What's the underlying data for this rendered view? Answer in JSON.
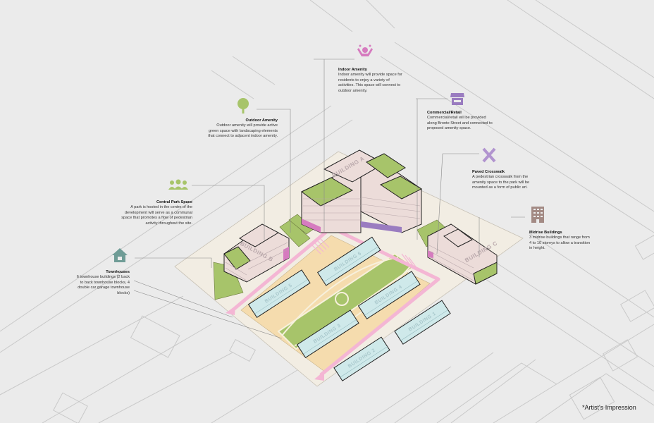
{
  "annotations": {
    "indoor_amenity": {
      "icon": "person-celebrating-icon",
      "title": "Indoor Amenity",
      "text": "Indoor amenity will provide space for residents to enjoy a variety of activities. This space will connect to outdoor amenity."
    },
    "outdoor_amenity": {
      "icon": "tree-icon",
      "title": "Outdoor Amenity",
      "text": "Outdoor amenity will provide active green space with landscaping elements that connect to adjacent indoor amenity."
    },
    "commercial_retail": {
      "icon": "storefront-icon",
      "title": "Commercial/Retail",
      "text": "Commercial/retail will be provided along Bronte Street and connected to proposed amenity space."
    },
    "paved_crosswalk": {
      "icon": "pencil-brush-icon",
      "title": "Paved Crosswalk",
      "text": "A pedestrian crosswalk from the amenity space to the park will be mounted as a form of public art."
    },
    "central_park": {
      "icon": "people-group-icon",
      "title": "Central Park Space",
      "text": "A park is hosted in the centre of the development will serve as a communal space that promotes a flow of pedestrian activity throughout the site."
    },
    "townhouses": {
      "icon": "house-icon",
      "title": "Townhouses",
      "text": "6 townhouse buildings (2 back to back townhouse blocks, 4 double car garage townhouse blocks)"
    },
    "midrise": {
      "icon": "office-building-icon",
      "title": "Midrise Buildings",
      "text": "3 midrise buildings that range from 4 to 10 storeys to allow a transition in height."
    }
  },
  "buildings": {
    "a": "BUILDING A",
    "b": "BUILDING B",
    "c": "BUILDING C",
    "t1": "BUILDING 1",
    "t2": "BUILDING 2",
    "t3": "BUILDING 3",
    "t4": "BUILDING 4",
    "t5": "BUILDING 5",
    "t6": "BUILDING 6"
  },
  "footnote": "*Artist's Impression",
  "colors": {
    "background": "#ebebeb",
    "midrise": "#ecdcd9",
    "townhouse": "#cfe9ea",
    "green": "#a7c46a",
    "path": "#f4b6d4",
    "paving": "#f5dcae",
    "indoor": "#d67bbf",
    "retail": "#9a7cc0"
  }
}
